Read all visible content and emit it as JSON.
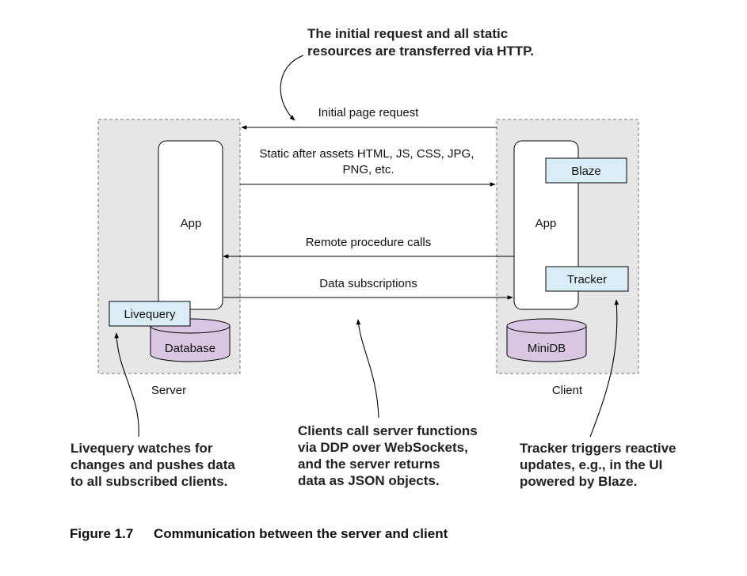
{
  "notes": {
    "http": [
      "The initial request and all static",
      "resources are transferred via HTTP."
    ],
    "livequery": [
      "Livequery watches for",
      "changes and pushes data",
      "to all subscribed clients."
    ],
    "ddp": [
      "Clients call server functions",
      "via DDP over WebSockets,",
      "and the server returns",
      "data as JSON objects."
    ],
    "tracker": [
      "Tracker triggers reactive",
      "updates, e.g., in the UI",
      "powered by Blaze."
    ]
  },
  "server": {
    "label": "Server",
    "app": "App",
    "livequery": "Livequery",
    "database": "Database"
  },
  "client": {
    "label": "Client",
    "app": "App",
    "blaze": "Blaze",
    "tracker": "Tracker",
    "minidb": "MiniDB"
  },
  "flows": {
    "initial_request": "Initial page request",
    "static_assets": [
      "Static after assets HTML, JS, CSS, JPG,",
      "PNG, etc."
    ],
    "rpc": "Remote procedure calls",
    "subscriptions": "Data subscriptions"
  },
  "caption": {
    "number": "Figure 1.7",
    "text": "Communication between the server and client"
  },
  "colors": {
    "container_fill": "#e6e6e6",
    "component_fill": "#dbeef8",
    "database_fill": "#d9c6e3"
  }
}
